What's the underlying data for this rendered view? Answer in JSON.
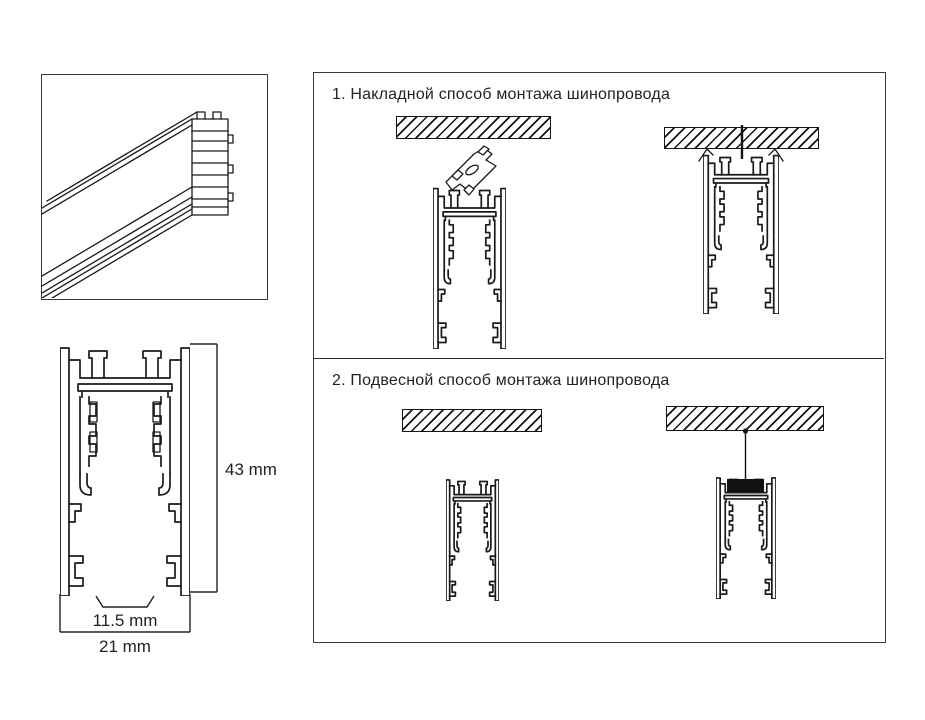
{
  "right_panel": {
    "sections": [
      {
        "title": "1. Накладной способ монтажа шинопровода"
      },
      {
        "title": "2. Подвесной способ монтажа шинопровода"
      }
    ]
  },
  "left_column": {
    "dimensions": {
      "height": "43 mm",
      "inner_width": "11.5 mm",
      "outer_width": "21 mm"
    }
  },
  "colors": {
    "line": "#1a1a1a",
    "contact_strip": "#F2AC43",
    "border": "#3a3a3a",
    "background": "#ffffff"
  }
}
